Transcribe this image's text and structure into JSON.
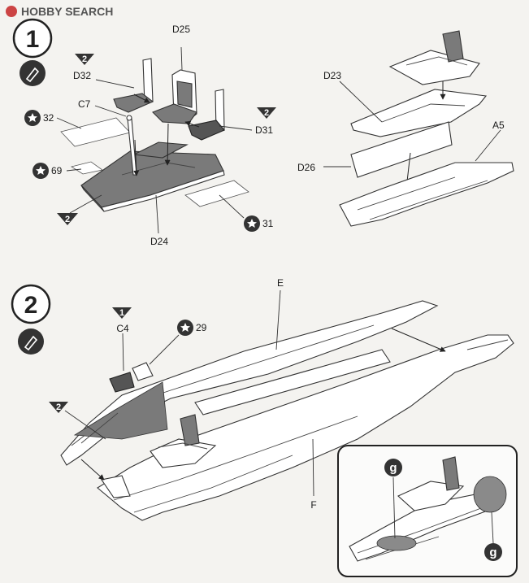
{
  "watermark": {
    "text": "HOBBY SEARCH"
  },
  "steps": [
    {
      "number": "1"
    },
    {
      "number": "2"
    }
  ],
  "parts": {
    "d25": "D25",
    "d32": "D32",
    "c7": "C7",
    "d31": "D31",
    "d24": "D24",
    "d23": "D23",
    "a5": "A5",
    "d26": "D26",
    "e": "E",
    "c4": "C4",
    "f": "F"
  },
  "color_callouts": {
    "tri_d32": "2",
    "tri_d31": "2",
    "tri_floor": "2",
    "tri_c4": "1",
    "tri_e": "2",
    "star_32": "32",
    "star_69": "69",
    "star_31": "31",
    "star_29": "29",
    "decal_g_1": "g",
    "decal_g_2": "g"
  },
  "colors": {
    "paint_gray": "#7a7a7a",
    "dark_gray": "#555555",
    "decal_gray": "#8a8a8a"
  }
}
